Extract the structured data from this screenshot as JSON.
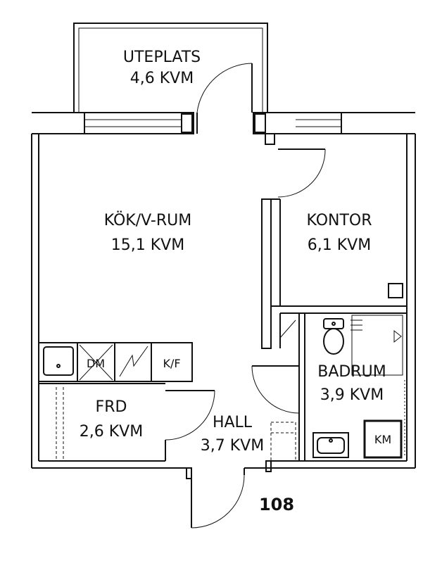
{
  "rooms": {
    "uteplats": {
      "name": "UTEPLATS",
      "area": "4,6 KVM"
    },
    "kok": {
      "name": "KÖK/V-RUM",
      "area": "15,1 KVM"
    },
    "kontor": {
      "name": "KONTOR",
      "area": "6,1 KVM"
    },
    "badrum": {
      "name": "BADRUM",
      "area": "3,9 KVM"
    },
    "frd": {
      "name": "FRD",
      "area": "2,6 KVM"
    },
    "hall": {
      "name": "HALL",
      "area": "3,7 KVM"
    }
  },
  "fixtures": {
    "dishwasher": "DM",
    "fridge_freezer": "K/F",
    "washing_machine": "KM"
  },
  "apartment_number": "108"
}
